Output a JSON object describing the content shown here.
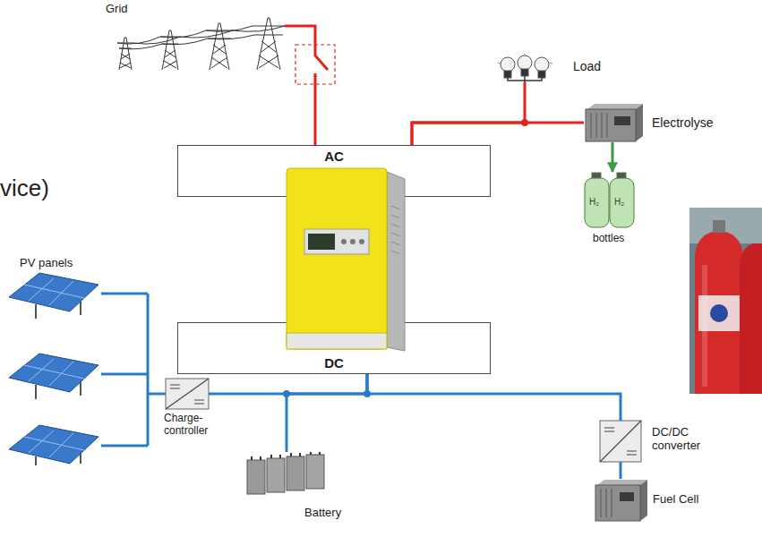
{
  "diagram": {
    "nodes": [
      {
        "text": [
          "Grid"
        ]
      },
      {
        "text": [
          "Load"
        ]
      },
      {
        "text": [
          "Electrolyse"
        ]
      },
      {
        "text": [
          "AC"
        ]
      },
      {
        "text": [
          "bottles"
        ]
      },
      {
        "text": [
          "PV panels"
        ]
      },
      {
        "text": [
          "DC"
        ]
      },
      {
        "text": [
          "Charge- controller"
        ]
      },
      {
        "text": [
          "Battery"
        ]
      },
      {
        "text": [
          "DC/DC converter"
        ]
      },
      {
        "text": [
          "Fuel Cell"
        ]
      }
    ],
    "edges": [
      {
        "from": 0,
        "to": 3,
        "arrow": "none"
      },
      {
        "from": 1,
        "to": 3,
        "arrow": "none"
      },
      {
        "from": 2,
        "to": 3,
        "arrow": "none"
      },
      {
        "from": 2,
        "to": 4,
        "arrow": "to"
      },
      {
        "from": 5,
        "to": 7,
        "arrow": "none"
      },
      {
        "from": 7,
        "to": 6,
        "arrow": "none"
      },
      {
        "from": 8,
        "to": 6,
        "arrow": "none"
      },
      {
        "from": 9,
        "to": 6,
        "arrow": "none"
      },
      {
        "from": 10,
        "to": 9,
        "arrow": "none"
      }
    ],
    "labels": [
      "vice)",
      "H₂",
      "H₂"
    ]
  }
}
